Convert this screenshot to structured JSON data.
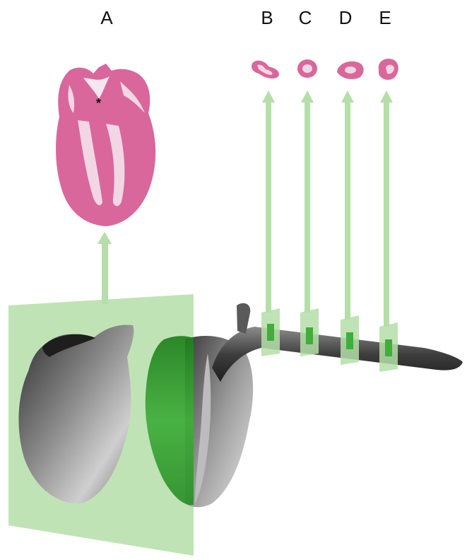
{
  "labels": {
    "a": "A",
    "b": "B",
    "c": "C",
    "d": "D",
    "e": "E"
  },
  "marker": "*",
  "colors": {
    "plane_green": "#b5dea8",
    "highlight_green": "#3fae3a",
    "stain_pink": "#d9679b",
    "stain_light": "#f3d6e4",
    "tissue_gray": "#555555",
    "background": "#ffffff"
  }
}
